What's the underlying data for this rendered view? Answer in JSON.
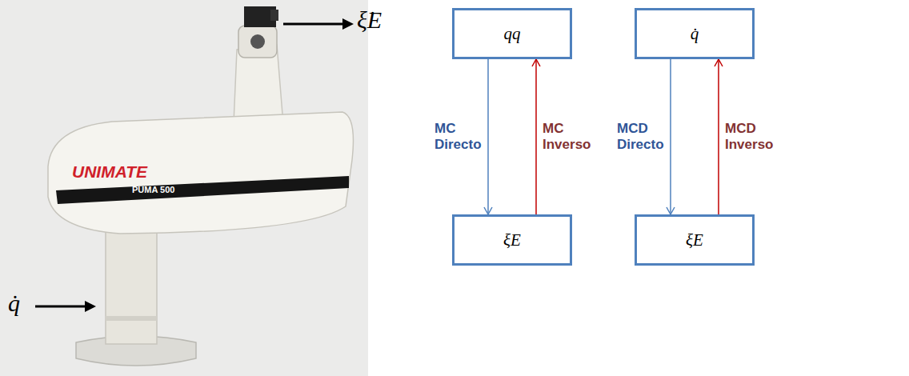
{
  "diagram": {
    "nodes": [
      {
        "text": [
          "qq"
        ]
      },
      {
        "text": [
          "ξE"
        ]
      },
      {
        "text": [
          "q̇"
        ]
      },
      {
        "text": [
          "ξ̇E"
        ]
      }
    ],
    "edges": [
      {
        "from": 0,
        "to": 1,
        "arrow": "to",
        "label": "MC Directo"
      },
      {
        "from": 1,
        "to": 0,
        "arrow": "to",
        "label": "MC Inverso"
      },
      {
        "from": 2,
        "to": 3,
        "arrow": "to",
        "label": "MCD Directo"
      },
      {
        "from": 3,
        "to": 2,
        "arrow": "to",
        "label": "MCD Inverso"
      }
    ],
    "labels": [
      "UNIMATE",
      "PUMA 500",
      "ξ̇E",
      "q̇"
    ]
  }
}
